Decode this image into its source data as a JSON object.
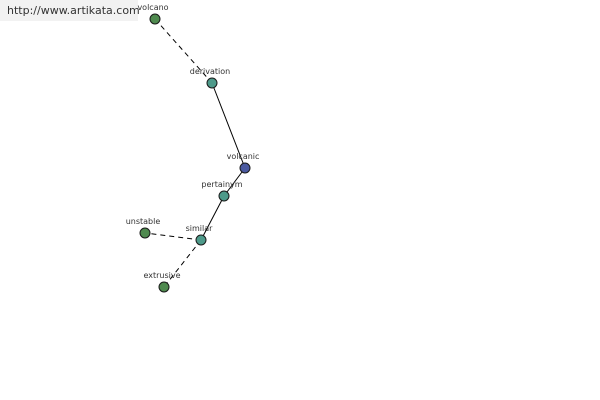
{
  "watermark": "http://www.artikata.com",
  "colors": {
    "center_node": "#4b5aa0",
    "teal_node": "#4e9a8a",
    "green_node": "#4f8a4f",
    "node_stroke": "#1a1a1a",
    "edge": "#000000"
  },
  "graph": {
    "center": "volcanic",
    "nodes": [
      {
        "id": "volcano",
        "label": "volcano",
        "kind": "green"
      },
      {
        "id": "derivation",
        "label": "derivation",
        "kind": "teal"
      },
      {
        "id": "volcanic",
        "label": "volcanic",
        "kind": "center"
      },
      {
        "id": "pertainym",
        "label": "pertainym",
        "kind": "teal"
      },
      {
        "id": "similar",
        "label": "similar",
        "kind": "teal"
      },
      {
        "id": "unstable",
        "label": "unstable",
        "kind": "green"
      },
      {
        "id": "extrusive",
        "label": "extrusive",
        "kind": "green"
      }
    ],
    "edges": [
      {
        "from": "volcano",
        "to": "derivation",
        "style": "dashed"
      },
      {
        "from": "derivation",
        "to": "volcanic",
        "style": "solid"
      },
      {
        "from": "volcanic",
        "to": "pertainym",
        "style": "solid"
      },
      {
        "from": "pertainym",
        "to": "similar",
        "style": "solid"
      },
      {
        "from": "similar",
        "to": "unstable",
        "style": "dashed"
      },
      {
        "from": "similar",
        "to": "extrusive",
        "style": "dashed"
      }
    ]
  }
}
